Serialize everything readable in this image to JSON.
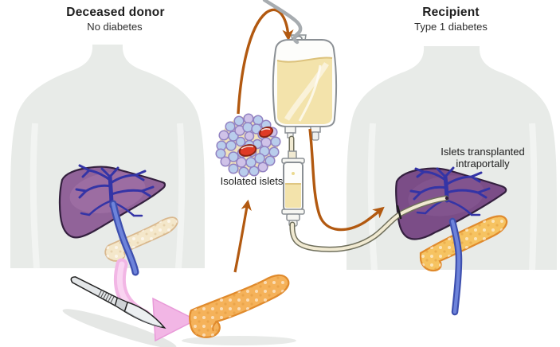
{
  "figure": {
    "description_label": "Islet cell transplantation diagram"
  },
  "donor": {
    "title": "Deceased donor",
    "subtitle": "No diabetes"
  },
  "recipient": {
    "title": "Recipient",
    "subtitle": "Type 1 diabetes"
  },
  "labels": {
    "isolated_islets": "Isolated islets",
    "islets_transplanted_line1": "Islets transplanted",
    "islets_transplanted_line2": "intraportally"
  },
  "illustration_parts": [
    "deceased-donor-torso",
    "donor-liver",
    "donor-pancreas",
    "donor-portal-vein",
    "scalpel",
    "excision-arrow",
    "excised-pancreas",
    "pancreas-to-islets-arrow",
    "isolated-islets-cluster",
    "islets-to-bag-arrow",
    "iv-pole-hook",
    "iv-bag",
    "drip-chamber",
    "infusion-tubing",
    "infusion-arrow",
    "recipient-torso",
    "recipient-liver",
    "recipient-pancreas",
    "recipient-portal-vein",
    "portal-vein-catheter"
  ],
  "colors": {
    "white": "#ffffff",
    "torso_gray": "#e8ebe8",
    "torso_highlight": "#f5f7f5",
    "liver_donor": "#916399",
    "liver_donor_light": "#a878ac",
    "liver_recipient": "#7b4d87",
    "liver_recipient_light": "#8a5c95",
    "liver_outline": "#34203f",
    "vein_blue": "#3434a6",
    "vessel_blue": "#3d4fae",
    "vessel_blue_light": "#6d83da",
    "pancreas_donor_pale": "#f4e7ca",
    "pancreas_pale_outline": "#d9b88e",
    "pancreas_excised_orange": "#f5b25a",
    "pancreas_recipient_gold": "#f6c361",
    "pancreas_outline": "#e08a2c",
    "arrow_orange": "#b25910",
    "arrow_pink": "#f2b6e5",
    "arrow_pink_light": "#f9d4f1",
    "islet_cell_blue": "#b9cdec",
    "islet_cell_lavender": "#cfc2e8",
    "islet_cell_outline": "#9282c2",
    "islet_halo_tan": "#eedfb2",
    "islet_red": "#df3a26",
    "islet_red_outline": "#8c2414",
    "fluid_yellow": "#f3e3ab",
    "fluid_surface": "#dcc27c",
    "tube_cream": "#f1ead2",
    "tube_outline": "#6f6f5c",
    "metal_gray": "#a7acb0",
    "device_outline": "#8a8f94",
    "scalpel_steel": "#e3e6e8",
    "shadow_gray": "#ccd0cc",
    "text_dark": "#1d1d1d",
    "text_mid": "#2e2e2e"
  }
}
